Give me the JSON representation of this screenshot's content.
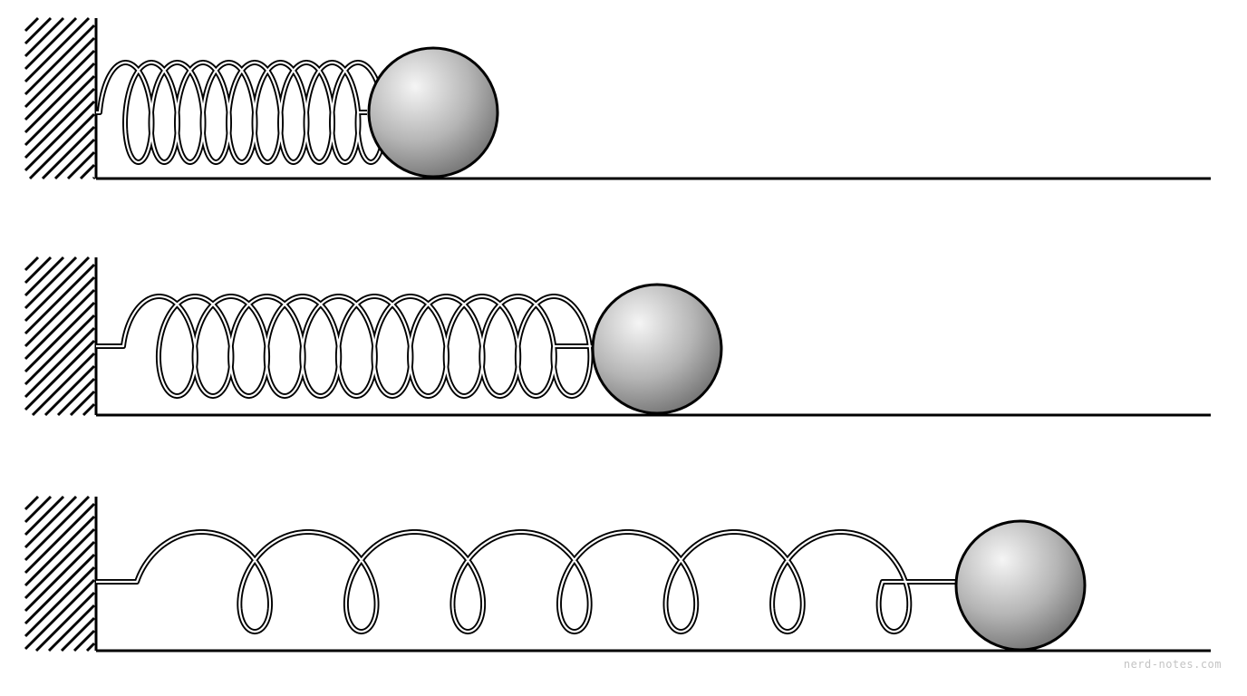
{
  "watermark": "nerd-notes.com",
  "colors": {
    "ink": "#000000",
    "background": "#ffffff",
    "ball_highlight": "#f5f5f5",
    "ball_mid": "#b5b5b5",
    "ball_shadow": "#6e6e6e",
    "watermark": "#c4c4c4"
  },
  "panels": [
    {
      "state": "compressed",
      "coil_count": 10,
      "ball_shading": "gray-sphere"
    },
    {
      "state": "equilibrium",
      "coil_count": 12,
      "ball_shading": "gray-sphere"
    },
    {
      "state": "stretched",
      "coil_count": 7,
      "ball_shading": "gray-sphere"
    }
  ]
}
